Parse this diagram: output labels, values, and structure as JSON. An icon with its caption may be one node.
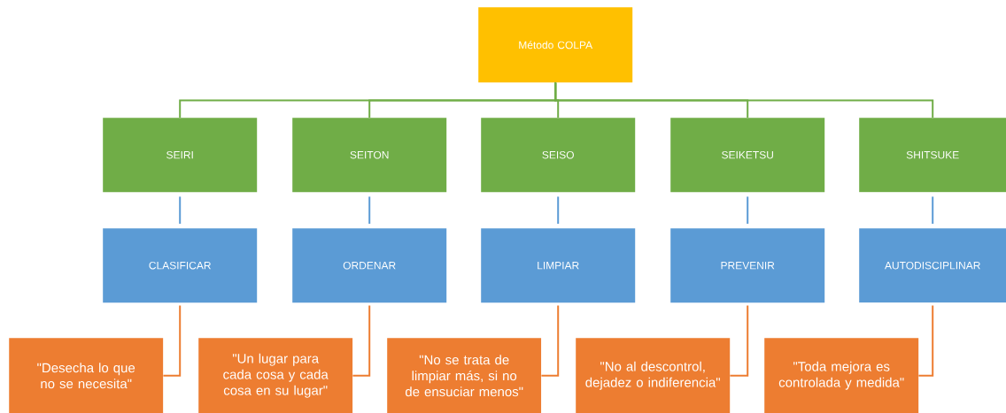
{
  "diagram": {
    "nodes": [
      {
        "text": [
          "Método COLPA"
        ]
      },
      {
        "text": [
          "SEIRI"
        ]
      },
      {
        "text": [
          "SEITON"
        ]
      },
      {
        "text": [
          "SEISO"
        ]
      },
      {
        "text": [
          "SEIKETSU"
        ]
      },
      {
        "text": [
          "SHITSUKE"
        ]
      },
      {
        "text": [
          "CLASIFICAR"
        ]
      },
      {
        "text": [
          "ORDENAR"
        ]
      },
      {
        "text": [
          "LIMPIAR"
        ]
      },
      {
        "text": [
          "PREVENIR"
        ]
      },
      {
        "text": [
          "AUTODISCIPLINAR"
        ]
      },
      {
        "text": [
          "\"Desecha lo que no se necesita\""
        ]
      },
      {
        "text": [
          "\"Un lugar para cada cosa y cada cosa en su lugar\""
        ]
      },
      {
        "text": [
          "\"No se trata de limpiar más, si no de ensuciar menos\""
        ]
      },
      {
        "text": [
          "\"No al descontrol, dejadez o indiferencia\""
        ]
      },
      {
        "text": [
          "\"Toda mejora es controlada y medida\""
        ]
      }
    ],
    "edges": [
      {
        "from": 0,
        "to": 1,
        "arrow": "none",
        "color": "#70ad47"
      },
      {
        "from": 0,
        "to": 2,
        "arrow": "none",
        "color": "#70ad47"
      },
      {
        "from": 0,
        "to": 3,
        "arrow": "none",
        "color": "#70ad47"
      },
      {
        "from": 0,
        "to": 4,
        "arrow": "none",
        "color": "#70ad47"
      },
      {
        "from": 0,
        "to": 5,
        "arrow": "none",
        "color": "#70ad47"
      },
      {
        "from": 1,
        "to": 6,
        "arrow": "none",
        "color": "#5b9bd5"
      },
      {
        "from": 2,
        "to": 7,
        "arrow": "none",
        "color": "#5b9bd5"
      },
      {
        "from": 3,
        "to": 8,
        "arrow": "none",
        "color": "#5b9bd5"
      },
      {
        "from": 4,
        "to": 9,
        "arrow": "none",
        "color": "#5b9bd5"
      },
      {
        "from": 5,
        "to": 10,
        "arrow": "none",
        "color": "#5b9bd5"
      },
      {
        "from": 6,
        "to": 11,
        "arrow": "none",
        "color": "#ed7d31"
      },
      {
        "from": 7,
        "to": 12,
        "arrow": "none",
        "color": "#ed7d31"
      },
      {
        "from": 8,
        "to": 13,
        "arrow": "none",
        "color": "#ed7d31"
      },
      {
        "from": 9,
        "to": 14,
        "arrow": "none",
        "color": "#ed7d31"
      },
      {
        "from": 10,
        "to": 15,
        "arrow": "none",
        "color": "#ed7d31"
      }
    ]
  }
}
